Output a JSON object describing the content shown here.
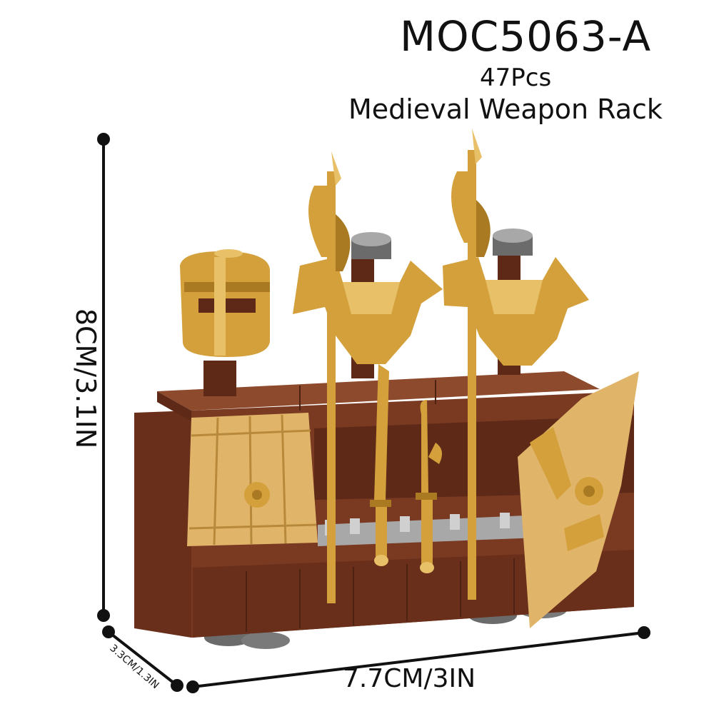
{
  "product": {
    "model": "MOC5063-A",
    "piece_count": "47Pcs",
    "name": "Medieval Weapon Rack"
  },
  "dimensions": {
    "height": "8CM/3.1IN",
    "width": "7.7CM/3IN",
    "depth": "3.3CM/1.3IN"
  },
  "colors": {
    "wood_dark": "#5e2a17",
    "wood": "#7a3a22",
    "wood_light": "#8d4a2c",
    "gold": "#d4a03c",
    "gold_dark": "#a97a22",
    "gold_light": "#e8c068",
    "tan": "#e0b56a",
    "gray": "#6b6b6b",
    "gray_light": "#a8a8a8"
  }
}
